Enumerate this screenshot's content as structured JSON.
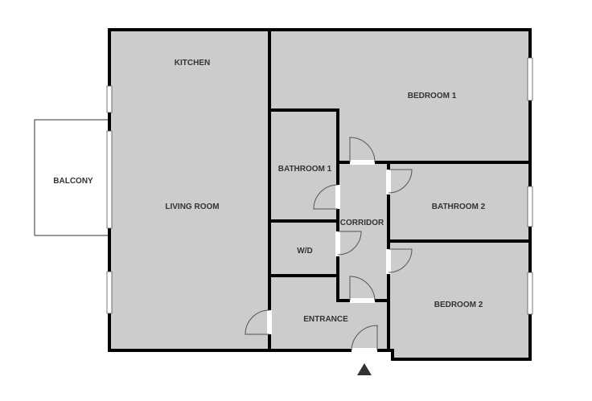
{
  "rooms": {
    "kitchen": "KITCHEN",
    "living_room": "LIVING ROOM",
    "balcony": "BALCONY",
    "bedroom_1": "BEDROOM 1",
    "bathroom_1": "BATHROOM 1",
    "corridor": "CORRIDOR",
    "bathroom_2": "BATHROOM 2",
    "wd": "W/D",
    "entrance": "ENTRANCE",
    "bedroom_2": "BEDROOM 2"
  },
  "colors": {
    "floor": "#cccccc",
    "wall": "#000000"
  },
  "entrance_marker": "triangle-up-icon"
}
